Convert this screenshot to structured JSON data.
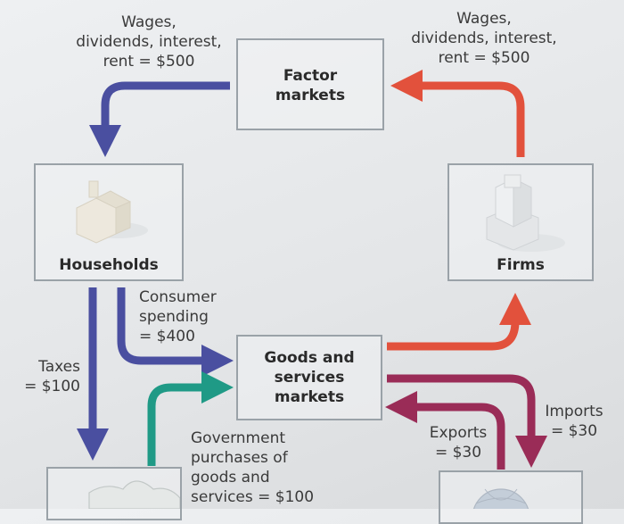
{
  "nodes": {
    "factor_markets": "Factor\nmarkets",
    "households": "Households",
    "firms": "Firms",
    "goods_services": "Goods and\nservices\nmarkets"
  },
  "flows": {
    "wages_left": "Wages,\ndividends, interest,\nrent = $500",
    "wages_right": "Wages,\ndividends, interest,\nrent = $500",
    "consumer_spending": "Consumer\nspending\n= $400",
    "taxes": "Taxes\n= $100",
    "government_purchases": "Government\npurchases of\ngoods and\nservices = $100",
    "exports": "Exports\n= $30",
    "imports": "Imports\n= $30"
  },
  "colors": {
    "blue": "#4a4fa0",
    "red": "#e2513c",
    "teal": "#1f9a86",
    "maroon": "#9a2c57"
  }
}
